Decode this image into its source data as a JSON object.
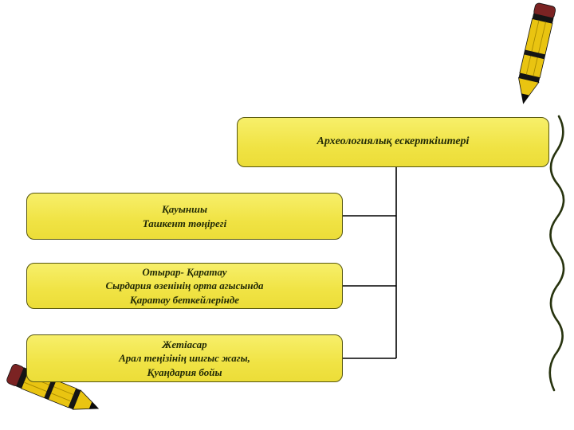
{
  "diagram": {
    "root": {
      "label": "Археологиялық ескерткіштері"
    },
    "branches": [
      {
        "lines": [
          "Қауыншы",
          "Ташкент төңірегі"
        ]
      },
      {
        "lines": [
          "Отырар- Қаратау",
          "Сырдария өзенінің орта агысында",
          "Қаратау беткейлерінде"
        ]
      },
      {
        "lines": [
          "Жетіасар",
          "Арал теңізінің шигыс жагы,",
          "Қуаңдария бойы"
        ]
      }
    ]
  },
  "decorations": [
    {
      "name": "pencil-top-right-icon"
    },
    {
      "name": "squiggle-line"
    },
    {
      "name": "pencil-bottom-left-icon"
    }
  ],
  "colors": {
    "box_fill": "#f0e344",
    "box_border": "#55550f",
    "text": "#232b06",
    "connector": "#000000",
    "pencil_body": "#e9c411",
    "pencil_eraser": "#7b2323",
    "squiggle": "#27330e"
  }
}
